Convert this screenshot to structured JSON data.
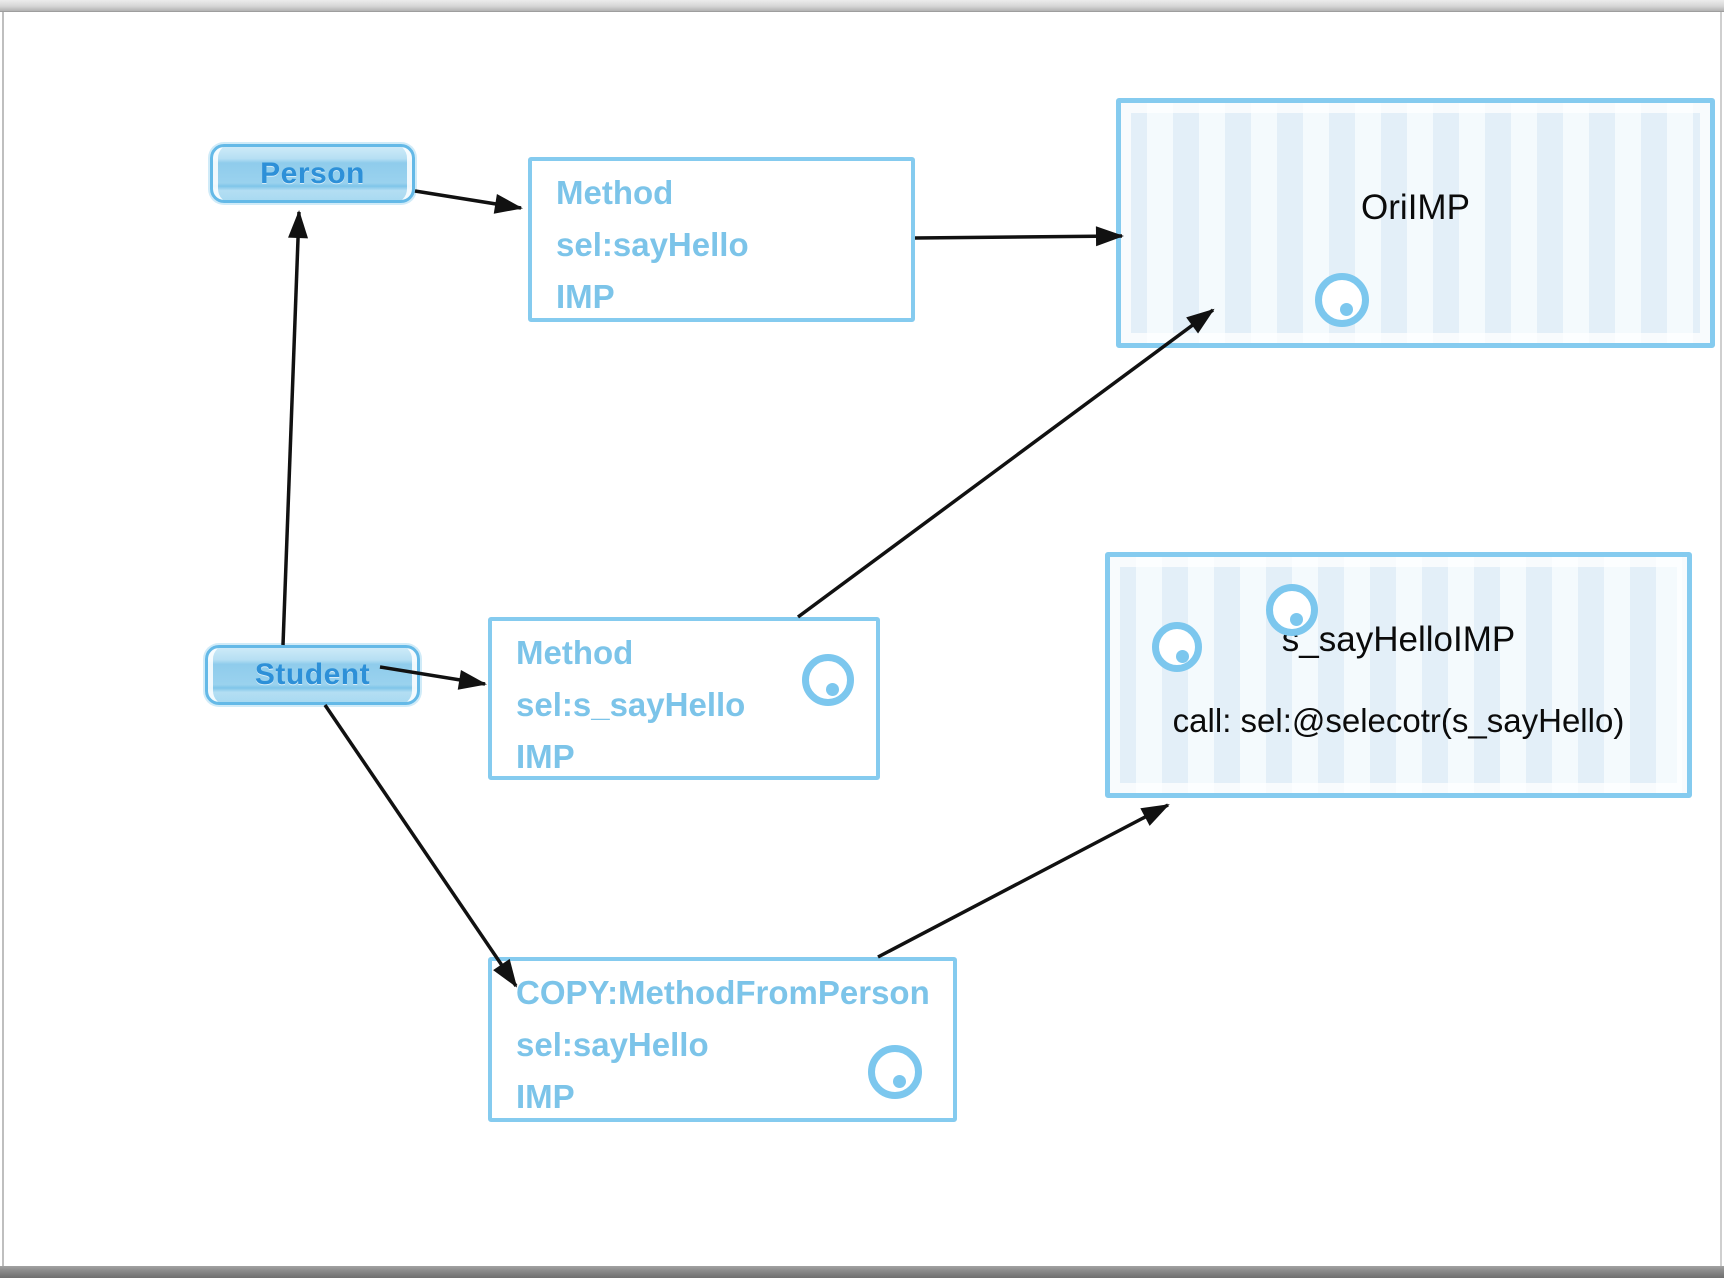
{
  "colors": {
    "box_border": "#85cbef",
    "sketch_text": "#7cc4e9",
    "node_text": "#2d90d8",
    "imp_stripe_dark": "#e3eff8",
    "imp_stripe_light": "#f4fafd",
    "arrow": "#111111"
  },
  "nodes": {
    "person": {
      "label": "Person"
    },
    "student": {
      "label": "Student"
    },
    "method_person": {
      "lines": [
        "Method",
        "sel:sayHello",
        "IMP"
      ]
    },
    "method_student": {
      "lines": [
        "Method",
        "sel:s_sayHello",
        "IMP"
      ]
    },
    "copy_method": {
      "lines": [
        "COPY:MethodFromPerson",
        "sel:sayHello",
        "IMP"
      ]
    },
    "ori_imp": {
      "label": "OriIMP"
    },
    "swizzled_imp": {
      "label": "s_sayHelloIMP",
      "call_line": "call: sel:@selecotr(s_sayHello)"
    }
  },
  "edges": [
    {
      "from": "person",
      "to": "method_person"
    },
    {
      "from": "method_person",
      "to": "ori_imp"
    },
    {
      "from": "student",
      "to": "person"
    },
    {
      "from": "student",
      "to": "method_student"
    },
    {
      "from": "method_student",
      "to": "ori_imp"
    },
    {
      "from": "student",
      "to": "copy_method"
    },
    {
      "from": "copy_method",
      "to": "swizzled_imp"
    }
  ]
}
